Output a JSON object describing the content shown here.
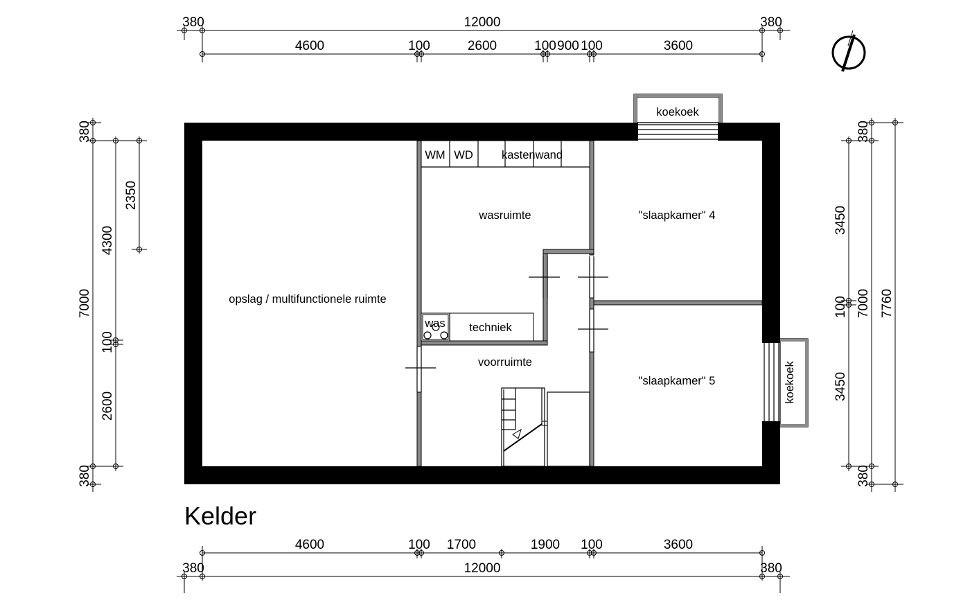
{
  "plan_title": "Kelder",
  "rooms": {
    "opslag": "opslag / multifunctionele ruimte",
    "wm": "WM",
    "wd": "WD",
    "kastenwand": "kastenwand",
    "wasruimte": "wasruimte",
    "slaapkamer4": "\"slaapkamer\" 4",
    "was": "was",
    "techniek": "techniek",
    "voorruimte": "voorruimte",
    "slaapkamer5": "\"slaapkamer\" 5",
    "koekoek_top": "koekoek",
    "koekoek_right": "koekoek"
  },
  "dims": {
    "top": {
      "overall_left": "380",
      "overall": "12000",
      "overall_right": "380",
      "a": "4600",
      "b": "100",
      "c": "2600",
      "d": "100",
      "e": "900",
      "f": "100",
      "g": "3600"
    },
    "bottom": {
      "a": "4600",
      "b": "100",
      "c": "1700",
      "d": "1900",
      "e": "100",
      "f": "3600",
      "overall_left": "380",
      "overall": "12000",
      "overall_right": "380"
    },
    "left": {
      "top380": "380",
      "overall": "7000",
      "d4300": "4300",
      "d2350": "2350",
      "d100": "100",
      "d2600": "2600",
      "bottom380": "380"
    },
    "right": {
      "d3450a": "3450",
      "top380": "380",
      "d100": "100",
      "d7000": "7000",
      "d7760": "7760",
      "d3450b": "3450",
      "bottom380": "380"
    }
  }
}
